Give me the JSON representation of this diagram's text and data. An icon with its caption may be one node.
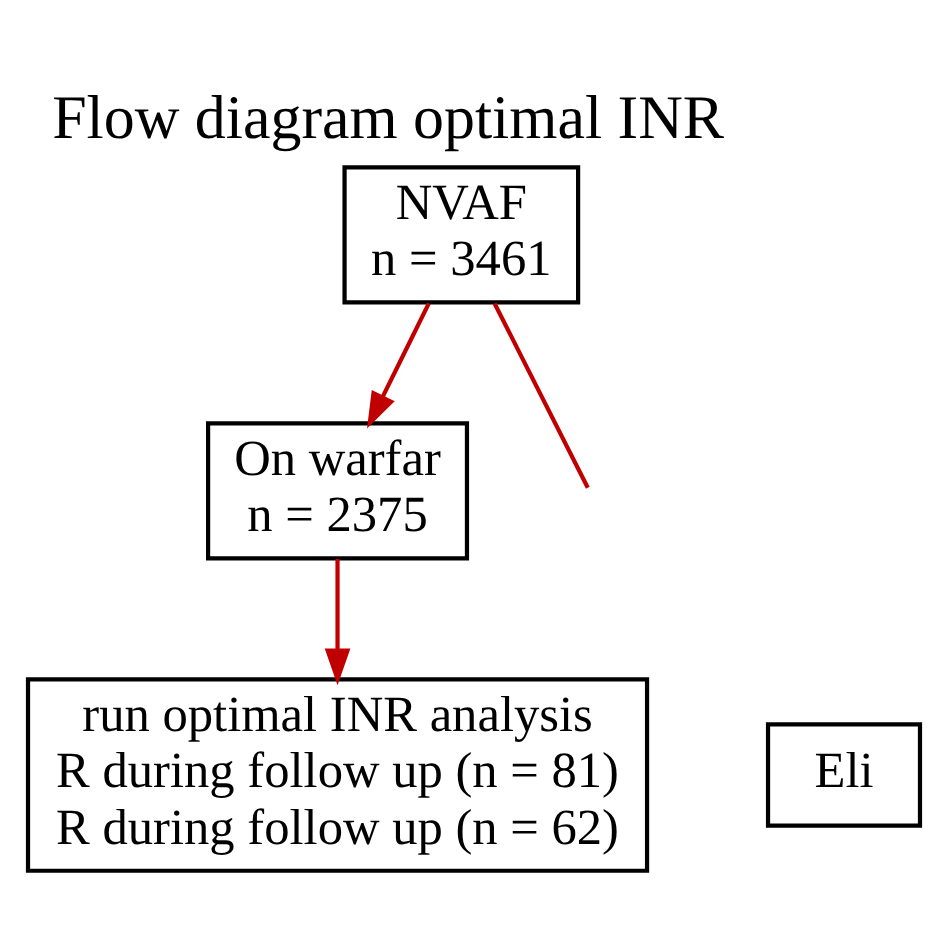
{
  "diagram": {
    "title": "Flow diagram optimal INR",
    "nodes": [
      {
        "text": [
          "NVAF",
          "n = 3461"
        ]
      },
      {
        "text": [
          "On warfar",
          "n = 2375"
        ]
      },
      {
        "text": [
          "run optimal INR analysis",
          "R during follow up (n = 81)",
          "R during follow up (n = 62)"
        ]
      },
      {
        "text": [
          "Eli"
        ]
      }
    ],
    "edges": [
      {
        "from": 0,
        "to": null,
        "arrow": "none"
      },
      {
        "from": 0,
        "to": 1,
        "arrow": "to"
      },
      {
        "from": 1,
        "to": 2,
        "arrow": "to"
      }
    ]
  }
}
